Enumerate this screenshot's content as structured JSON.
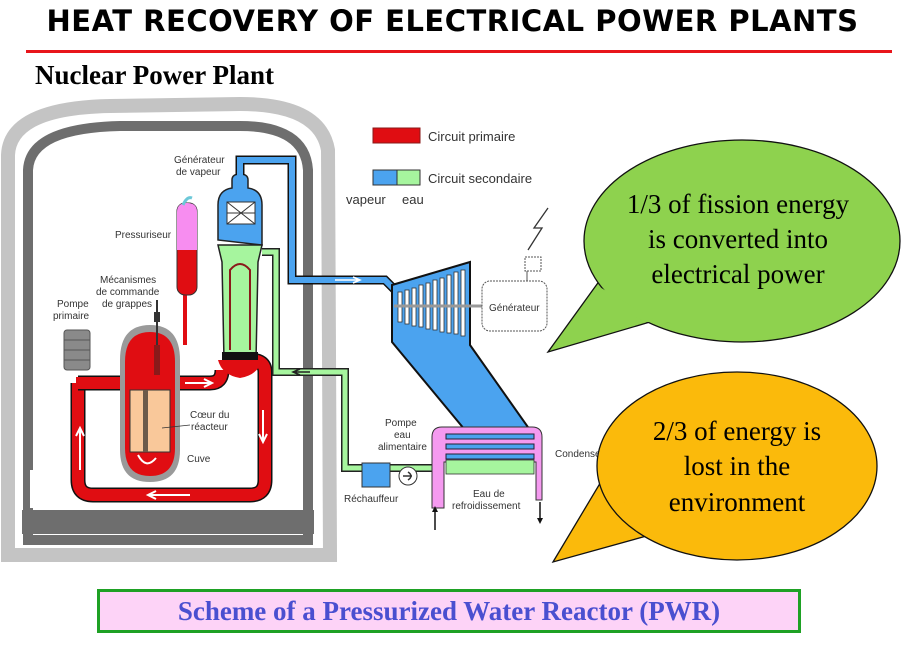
{
  "header": {
    "title": "HEAT RECOVERY OF ELECTRICAL POWER PLANTS",
    "subtitle": "Nuclear Power Plant"
  },
  "legend": {
    "primary_label": "Circuit primaire",
    "secondary_label": "Circuit secondaire",
    "steam_label": "vapeur",
    "water_label": "eau"
  },
  "diagram_labels": {
    "steam_generator_1": "Générateur",
    "steam_generator_2": "de vapeur",
    "pressurizer": "Pressuriseur",
    "control_mech_1": "Mécanismes",
    "control_mech_2": "de commande",
    "control_mech_3": "de grappes",
    "primary_pump_1": "Pompe",
    "primary_pump_2": "primaire",
    "core_1": "Cœur du",
    "core_2": "réacteur",
    "vessel": "Cuve",
    "generator": "Générateur",
    "feed_pump_1": "Pompe",
    "feed_pump_2": "eau",
    "feed_pump_3": "alimentaire",
    "heater": "Réchauffeur",
    "condenser": "Condenseur",
    "cooling_water_1": "Eau de",
    "cooling_water_2": "refroidissement"
  },
  "callouts": {
    "green": {
      "line1": "1/3 of fission energy",
      "line2": "is converted into",
      "line3": "electrical power"
    },
    "orange": {
      "line1": "2/3 of energy is",
      "line2": "lost in the",
      "line3": "environment"
    }
  },
  "caption": "Scheme of a Pressurized Water Reactor (PWR)",
  "colors": {
    "primary_circuit": "#e00d12",
    "steam": "#4ba3ef",
    "water": "#a6f59e",
    "pressurizer_top": "#f78df0",
    "condenser": "#f59af0",
    "core": "#f9c89a",
    "green_bubble": "#8ed24e",
    "orange_bubble": "#fbba0b",
    "title_rule": "#e8151b",
    "caption_text": "#4a4fd0",
    "caption_bg": "#fdd3f7",
    "caption_border": "#1ea124"
  }
}
